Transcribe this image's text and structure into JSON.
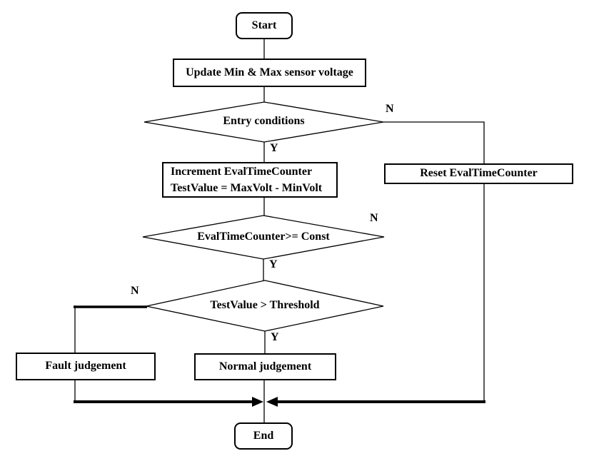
{
  "flowchart": {
    "nodes": {
      "start": {
        "label": "Start"
      },
      "update": {
        "label": "Update Min & Max sensor voltage"
      },
      "entry": {
        "label": "Entry conditions"
      },
      "increment": {
        "line1": "Increment EvalTimeCounter",
        "line2": "TestValue = MaxVolt - MinVolt"
      },
      "reset": {
        "label": "Reset EvalTimeCounter"
      },
      "eval_check": {
        "label": "EvalTimeCounter>= Const"
      },
      "test_check": {
        "label": "TestValue > Threshold"
      },
      "fault": {
        "label": "Fault judgement"
      },
      "normal": {
        "label": "Normal judgement"
      },
      "end": {
        "label": "End"
      }
    },
    "branch_labels": {
      "entry_no": "N",
      "entry_yes": "Y",
      "eval_no": "N",
      "eval_yes": "Y",
      "test_no": "N",
      "test_yes": "Y"
    },
    "colors": {
      "line": "#000000",
      "background": "#ffffff",
      "text": "#000000"
    }
  }
}
